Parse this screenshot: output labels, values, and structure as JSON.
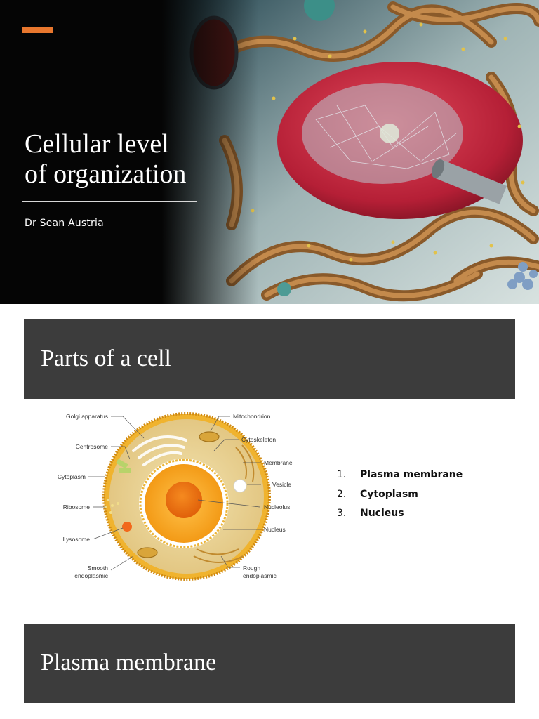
{
  "title_slide": {
    "title_line1": "Cellular level",
    "title_line2": "of organization",
    "author": "Dr Sean Austria",
    "accent_color": "#e8772e"
  },
  "parts_slide": {
    "heading": "Parts of a cell",
    "diagram_labels_left": [
      "Golgi apparatus",
      "Centrosome",
      "Cytoplasm",
      "Ribosome",
      "Lysosome",
      "Smooth",
      "endoplasmic"
    ],
    "diagram_labels_right": [
      "Mitochondrion",
      "Cytoskeleton",
      "Membrane",
      "Vesicle",
      "Nucleolus",
      "Nucleus",
      "Rough",
      "endoplasmic"
    ],
    "list": [
      {
        "num": "1.",
        "label": "Plasma membrane"
      },
      {
        "num": "2.",
        "label": "Cytoplasm"
      },
      {
        "num": "3.",
        "label": "Nucleus"
      }
    ]
  },
  "plasma_slide": {
    "heading": "Plasma membrane"
  }
}
